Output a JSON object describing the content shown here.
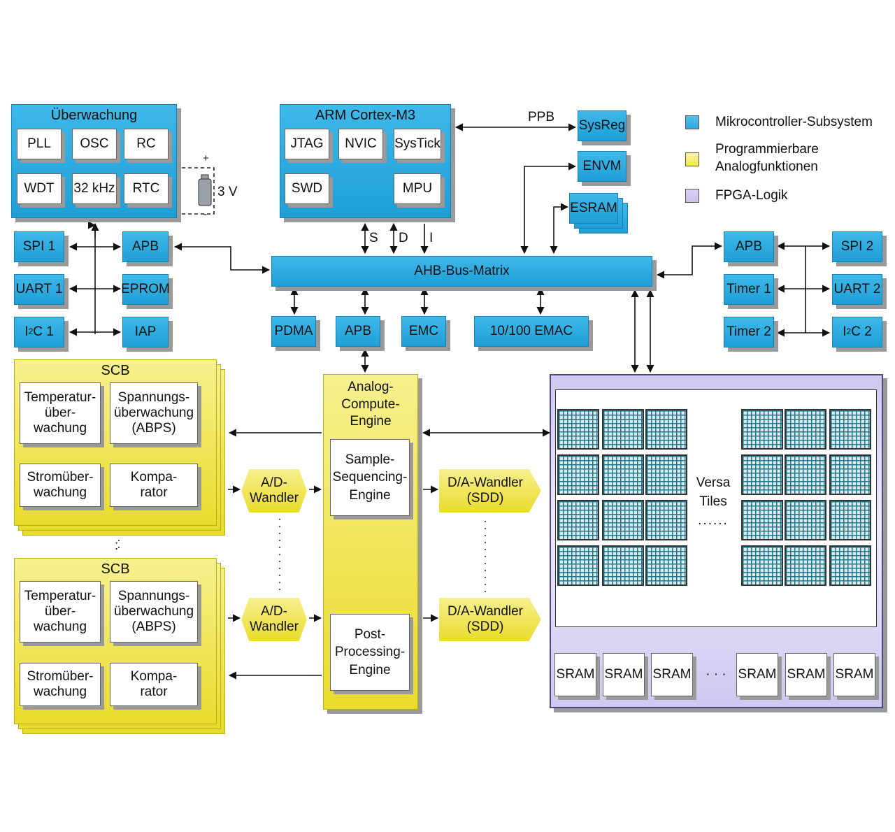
{
  "legend": {
    "microcontroller": "Mikrocontroller-Subsystem",
    "analog_line1": "Programmierbare",
    "analog_line2": "Analogfunktionen",
    "fpga": "FPGA-Logik",
    "colors": {
      "microcontroller": "#2aa9e0",
      "analog": "#f1e84f",
      "fpga": "#c9c0ee"
    }
  },
  "monitoring": {
    "title": "Überwachung",
    "pll": "PLL",
    "osc": "OSC",
    "rc": "RC",
    "wdt": "WDT",
    "khz": "32 kHz",
    "rtc": "RTC",
    "battery": "3 V",
    "plus": "+",
    "minus": "-"
  },
  "cpu": {
    "title": "ARM Cortex-M3",
    "jtag": "JTAG",
    "nvic": "NVIC",
    "systick": "SysTick",
    "swd": "SWD",
    "mpu": "MPU"
  },
  "bus_labels": {
    "s": "S",
    "d": "D",
    "i": "I",
    "ppb": "PPB"
  },
  "sys": {
    "sysreg": "SysReg",
    "envm": "ENVM",
    "esram": "ESRAM"
  },
  "ahb": "AHB-Bus-Matrix",
  "left_periph": {
    "spi1": "SPI 1",
    "uart1": "UART 1",
    "i2c1_pre": "I",
    "i2c1_sup": "2",
    "i2c1_post": "C 1",
    "apb": "APB",
    "eprom": "EPROM",
    "iap": "IAP"
  },
  "right_periph": {
    "apb": "APB",
    "timer1": "Timer 1",
    "timer2": "Timer 2",
    "spi2": "SPI 2",
    "uart2": "UART 2",
    "i2c2_pre": "I",
    "i2c2_sup": "2",
    "i2c2_post": "C 2"
  },
  "bus_periph": {
    "pdma": "PDMA",
    "apb": "APB",
    "emc": "EMC",
    "emac": "10/100 EMAC"
  },
  "scb": {
    "title": "SCB",
    "temp": "Temperatur-\nüber-\nwachung",
    "volt": "Spannungs-\nüberwachung\n(ABPS)",
    "current": "Stromüber-\nwachung",
    "comp": "Kompa-\nrator"
  },
  "adc": "A/D-\nWandler",
  "dac": "D/A-Wandler\n(SDD)",
  "ace": {
    "title": "Analog-\nCompute-\nEngine",
    "sse": "Sample-\nSequencing-\nEngine",
    "ppe": "Post-\nProcessing-\nEngine"
  },
  "fpga": {
    "versa": "Versa\nTiles",
    "dots": "......",
    "sram": "SRAM",
    "sram_dots": "· · ·"
  },
  "vdots": ":"
}
